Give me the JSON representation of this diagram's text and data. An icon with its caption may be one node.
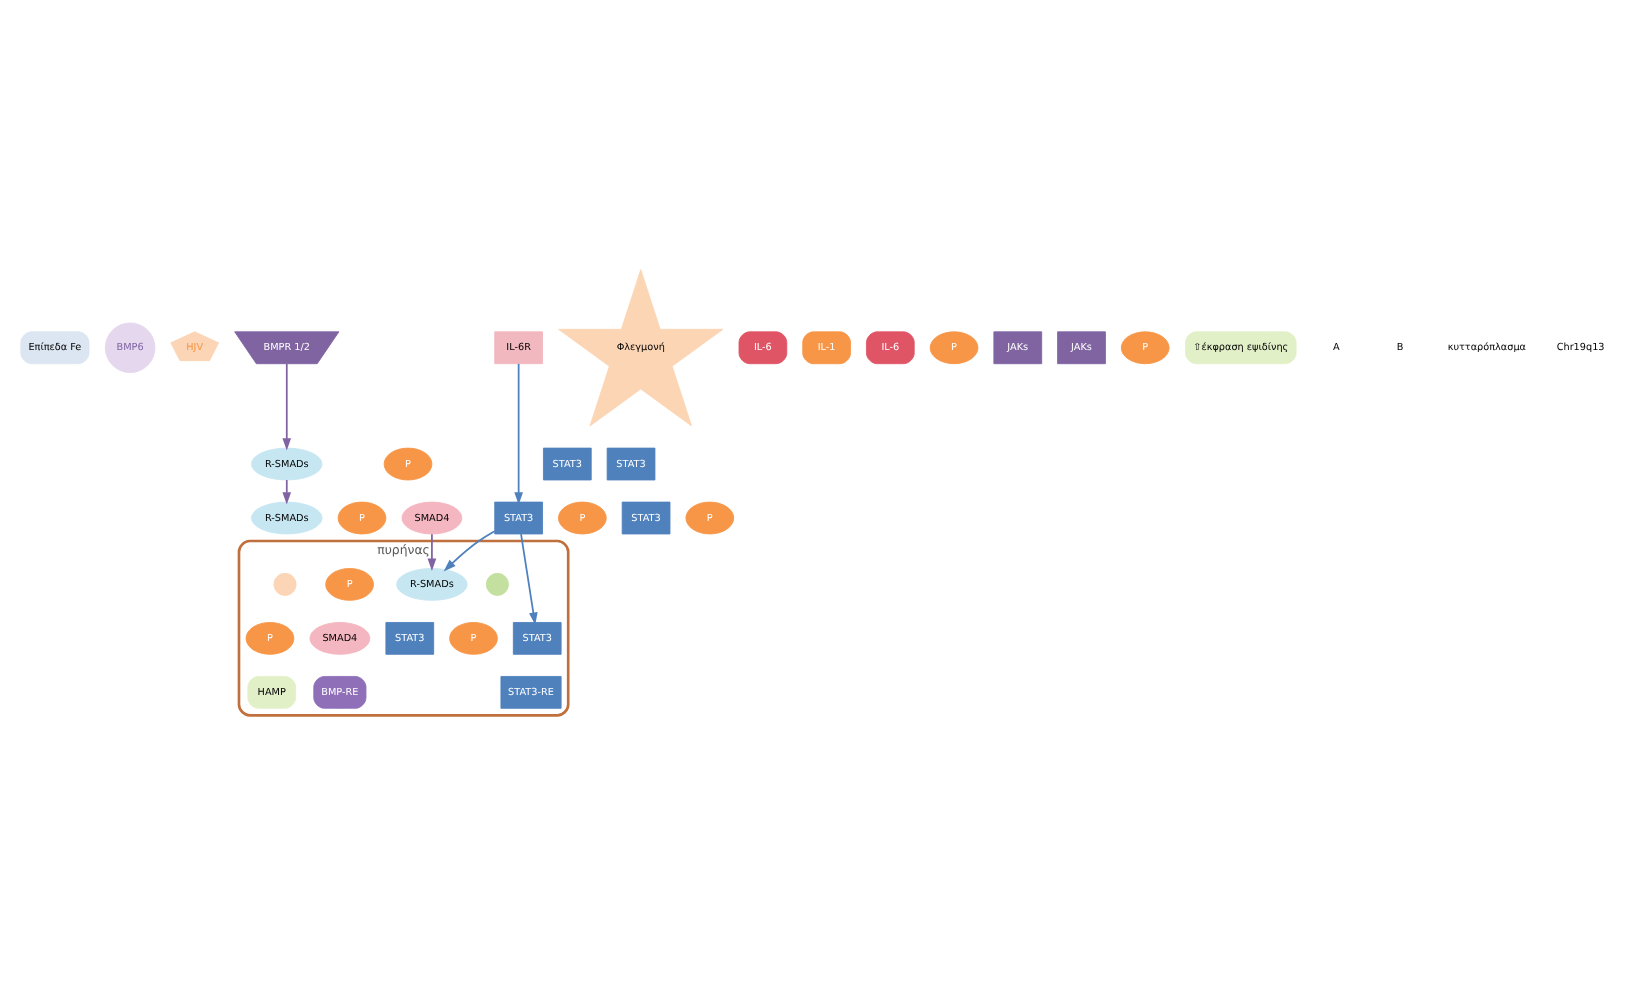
{
  "diagram": {
    "nodes": [
      {
        "text": [
          "Επίπεδα Fe"
        ]
      },
      {
        "text": [
          "BMP6"
        ]
      },
      {
        "text": [
          "HJV"
        ]
      },
      {
        "text": [
          "BMPR 1/2"
        ]
      },
      {
        "text": [
          "R-SMADs"
        ]
      },
      {
        "text": [
          "P"
        ]
      },
      {
        "text": [
          "R-SMADs"
        ]
      },
      {
        "text": [
          "P"
        ]
      },
      {
        "text": [
          "SMAD4"
        ]
      },
      {
        "text": [
          "Φλεγμονή"
        ]
      },
      {
        "text": [
          "IL-6"
        ]
      },
      {
        "text": [
          "IL-1"
        ]
      },
      {
        "text": [
          "IL-6"
        ]
      },
      {
        "text": [
          "IL-6R"
        ]
      },
      {
        "text": [
          "P"
        ]
      },
      {
        "text": [
          "JAKs"
        ]
      },
      {
        "text": [
          "JAKs"
        ]
      },
      {
        "text": [
          "P"
        ]
      },
      {
        "text": [
          "STAT3"
        ]
      },
      {
        "text": [
          "STAT3"
        ]
      },
      {
        "text": [
          "P"
        ]
      },
      {
        "text": [
          "STAT3"
        ]
      },
      {
        "text": [
          "STAT3"
        ]
      },
      {
        "text": [
          "P"
        ]
      },
      {
        "text": [
          "πυρήνας"
        ]
      },
      {
        "text": [],
        "shape": "circle",
        "in": 24
      },
      {
        "text": [
          "R-SMADs"
        ],
        "in": 24
      },
      {
        "text": [
          "P"
        ],
        "in": 24
      },
      {
        "text": [],
        "shape": "circle",
        "in": 24
      },
      {
        "text": [
          "SMAD4"
        ],
        "in": 24
      },
      {
        "text": [
          "BMP-RE"
        ],
        "in": 24
      },
      {
        "text": [
          "P"
        ],
        "in": 24
      },
      {
        "text": [
          "STAT3"
        ],
        "in": 24
      },
      {
        "text": [
          "STAT3"
        ],
        "in": 24
      },
      {
        "text": [
          "P"
        ],
        "in": 24
      },
      {
        "text": [
          "STAT3-RE"
        ],
        "in": 24
      },
      {
        "text": [
          "HAMP"
        ],
        "in": 24
      },
      {
        "text": [
          "⇧έκφραση εψιδίνης"
        ]
      }
    ],
    "edges": [
      {
        "from": 3,
        "to": 4,
        "arrow": "to",
        "color": "#8064a2"
      },
      {
        "from": 4,
        "to": 6,
        "arrow": "to",
        "color": "#8064a2"
      },
      {
        "from": 8,
        "to": 26,
        "arrow": "to",
        "color": "#8064a2"
      },
      {
        "from": 13,
        "to": 21,
        "arrow": "to"
      },
      {
        "from": 21,
        "to": 26,
        "arrow": "to"
      },
      {
        "from": 21,
        "to": 33,
        "arrow": "to"
      }
    ],
    "labels": [
      "A",
      "B",
      "κυτταρόπλασμα",
      "Chr19q13"
    ]
  }
}
